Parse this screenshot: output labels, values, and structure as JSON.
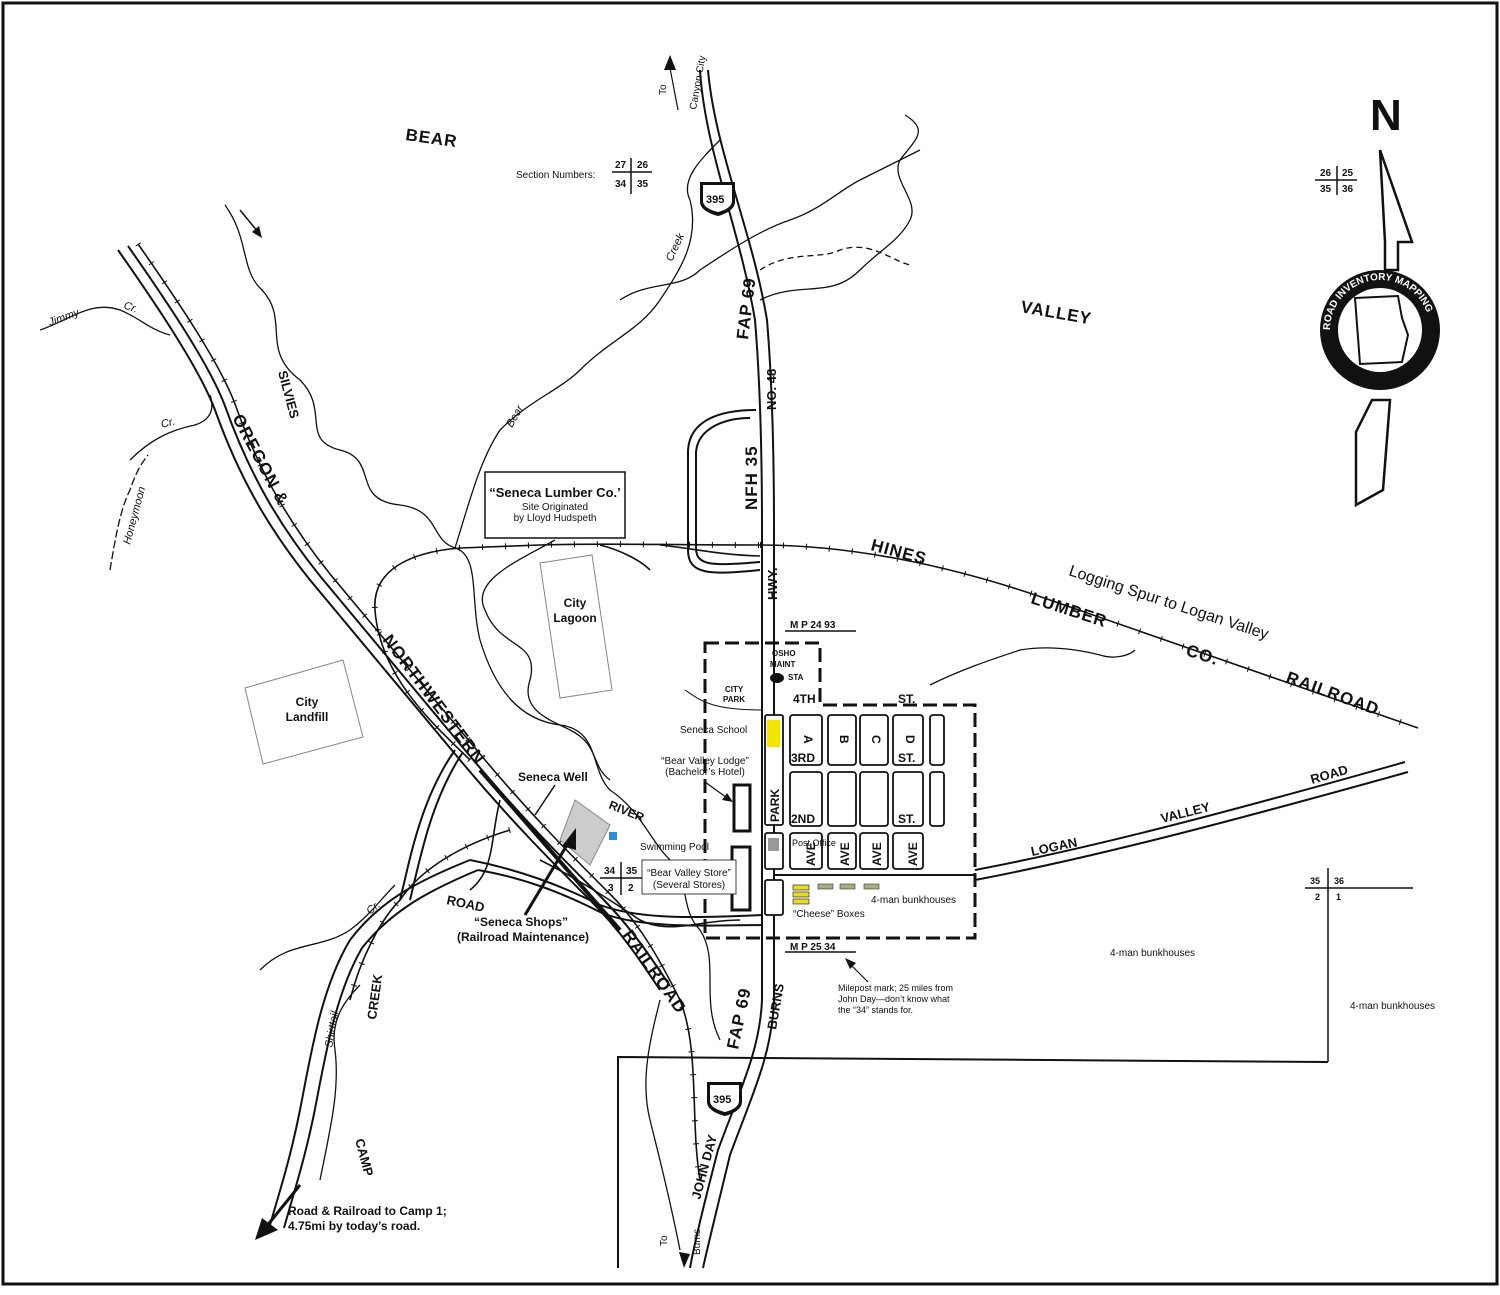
{
  "region_labels": {
    "bear": "BEAR",
    "valley": "VALLEY"
  },
  "section_numbers": {
    "label": "Section Numbers:",
    "top_left": "27",
    "top_right": "26",
    "bottom_left": "34",
    "bottom_right": "35"
  },
  "north_arrow": {
    "letter": "N",
    "grid": [
      "26",
      "25",
      "35",
      "36"
    ],
    "seal_text": "ROAD INVENTORY MAPPING"
  },
  "highways": {
    "shield_top": "395",
    "shield_bottom": "395",
    "fap_north": "FAP 69",
    "no_48": "NO. 48",
    "nfh_35": "NFH 35",
    "hwy": "HWY.",
    "fap_south": "FAP 69",
    "burns": "BURNS",
    "john_day": "JOHN DAY",
    "to_canyon_city_to": "To",
    "to_canyon_city": "Canyon City",
    "to_burns_to": "To",
    "to_burns": "Burns"
  },
  "railroads": {
    "oregon": "OREGON &",
    "northwestern": "NORTHWESTERN",
    "railroad_sw": "RAILROAD",
    "hines": "HINES",
    "lumber": "LUMBER",
    "co": "CO.",
    "railroad_e": "RAILROAD",
    "logging_spur": "Logging Spur to Logan Valley"
  },
  "waterways": {
    "jimmy": "Jimmy",
    "cr1": "Cr.",
    "honeymoon": "Honeymoon",
    "cr2": "Cr.",
    "silvies": "SILVIES",
    "bear_creek_1": "Bear",
    "bear_creek_2": "Creek",
    "river": "RIVER",
    "shirttail": "Shirttail",
    "cr3": "Cr."
  },
  "roads": {
    "logan": "LOGAN",
    "valley": "VALLEY",
    "road": "ROAD",
    "camp": "CAMP",
    "creek": "CREEK",
    "camp_road": "ROAD"
  },
  "places": {
    "seneca_lumber_title": "“Seneca Lumber Co.’",
    "seneca_lumber_line2": "Site Originated",
    "seneca_lumber_line3": "by Lloyd Hudspeth",
    "city_lagoon_1": "City",
    "city_lagoon_2": "Lagoon",
    "city_landfill_1": "City",
    "city_landfill_2": "Landfill",
    "seneca_well": "Seneca Well",
    "swimming_pool": "Swimming Pool",
    "seneca_shops_1": "“Seneca Shops”",
    "seneca_shops_2": "(Railroad Maintenance)",
    "bear_valley_lodge_1": "“Bear Valley Lodge”",
    "bear_valley_lodge_2": "(Bachelor’s Hotel)",
    "seneca_school": "Seneca School",
    "bear_valley_store_1": "“Bear Valley Store”",
    "bear_valley_store_2": "(Several Stores)",
    "post_office": "Post Office",
    "cheese_boxes": "“Cheese” Boxes",
    "bunkhouses_1": "4-man bunkhouses",
    "bunkhouses_2": "4-man bunkhouses",
    "bunkhouses_3": "4-man bunkhouses",
    "osho_1": "OSHO",
    "osho_2": "MAINT",
    "osho_3": "STA",
    "city_park_1": "CITY",
    "city_park_2": "PARK"
  },
  "town_streets": {
    "fourth": "4TH",
    "st_top": "ST.",
    "third": "3RD",
    "second": "2ND",
    "st_3": "ST.",
    "st_2": "ST.",
    "a": "A",
    "b": "B",
    "c": "C",
    "d": "D",
    "park": "PARK",
    "ave1": "AVE",
    "ave2": "AVE",
    "ave3": "AVE",
    "ave4": "AVE"
  },
  "mileposts": {
    "mp_north": "M P  24 93",
    "mp_south": "M P  25 34",
    "note_1": "Milepost mark; 25 miles from",
    "note_2": "John Day—don’t know what",
    "note_3": "the “34” stands for."
  },
  "section_small": {
    "a_tl": "34",
    "a_tr": "35",
    "a_bl": "3",
    "a_br": "2",
    "b_tl": "35",
    "b_tr": "36",
    "b_bl": "2",
    "b_br": "1"
  },
  "camp_note": {
    "line1": "Road & Railroad to Camp 1;",
    "line2": "4.75mi by today’s road."
  },
  "colors": {
    "school": "#f2e600",
    "well": "#2a8fd6",
    "shops": "#cccccc",
    "post_office": "#999999",
    "cheese_boxes": "#e6dc28",
    "bunkhouses": "#a6b07c"
  }
}
